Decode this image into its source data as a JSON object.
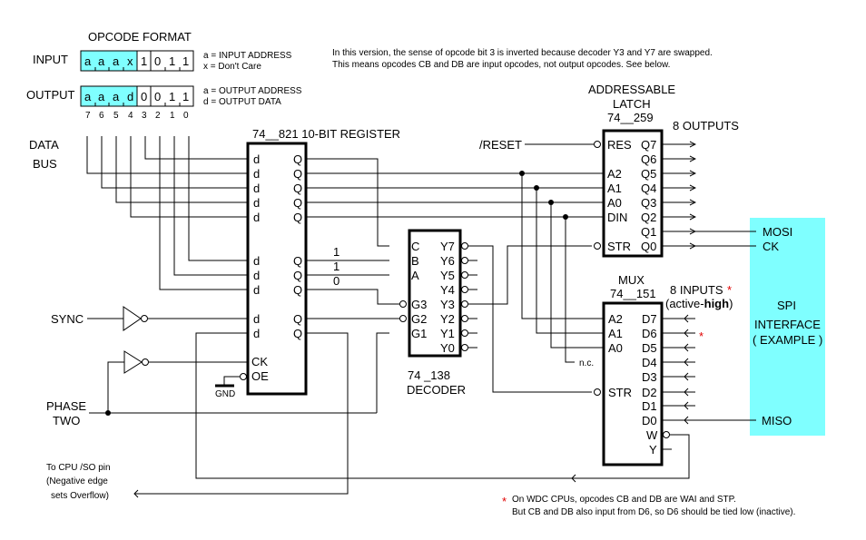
{
  "opcode_format": {
    "title": "OPCODE FORMAT",
    "input_label": "INPUT",
    "input_bits": [
      "a",
      "a",
      "a",
      "x",
      "1",
      "0",
      "1",
      "1"
    ],
    "input_legend": [
      "a = INPUT ADDRESS",
      "x = Don't Care"
    ],
    "output_label": "OUTPUT",
    "output_bits": [
      "a",
      "a",
      "a",
      "d",
      "0",
      "0",
      "1",
      "1"
    ],
    "output_legend": [
      "a = OUTPUT ADDRESS",
      "d = OUTPUT DATA"
    ],
    "bit_numbers": [
      "7",
      "6",
      "5",
      "4",
      "3",
      "2",
      "1",
      "0"
    ],
    "highlight_color": "#7fffff"
  },
  "note_top": [
    "In this version, the sense of opcode bit 3 is inverted because decoder Y3 and Y7 are swapped.",
    "This means opcodes CB and DB are input opcodes, not output opcodes. See below."
  ],
  "inputs": {
    "data_bus": [
      "DATA",
      "BUS"
    ],
    "sync": "SYNC",
    "phase_two": [
      "PHASE",
      "TWO"
    ],
    "gnd": "GND",
    "reset": "/RESET"
  },
  "register": {
    "title": "74__821 10-BIT REGISTER",
    "d_pin": "d",
    "q_pin": "Q",
    "ck": "CK",
    "oe": "OE"
  },
  "decoder": {
    "name": [
      "74 _138",
      "DECODER"
    ],
    "inputs": [
      "C",
      "B",
      "A",
      "G3",
      "G2",
      "G1"
    ],
    "outputs": [
      "Y7",
      "Y6",
      "Y5",
      "Y4",
      "Y3",
      "Y2",
      "Y1",
      "Y0"
    ],
    "wire_values": [
      "1",
      "1",
      "0"
    ]
  },
  "latch": {
    "name": [
      "ADDRESSABLE",
      "LATCH",
      "74__259"
    ],
    "inputs": [
      "RES",
      "A2",
      "A1",
      "A0",
      "DIN",
      "STR"
    ],
    "outputs": [
      "Q7",
      "Q6",
      "Q5",
      "Q4",
      "Q3",
      "Q2",
      "Q1",
      "Q0"
    ],
    "outputs_label": "8 OUTPUTS"
  },
  "mux": {
    "name": [
      "MUX",
      "74__151"
    ],
    "inputs": [
      "A2",
      "A1",
      "A0",
      "STR"
    ],
    "data": [
      "D7",
      "D6",
      "D5",
      "D4",
      "D3",
      "D2",
      "D1",
      "D0"
    ],
    "outputs": [
      "W",
      "Y"
    ],
    "inputs_label": "8 INPUTS",
    "active_prefix": "(active-",
    "active_bold": "high",
    "active_suffix": ")",
    "nc": "n.c.",
    "asterisk": "*"
  },
  "spi": {
    "title": [
      "SPI",
      "INTERFACE",
      "( EXAMPLE )"
    ],
    "pins": [
      "MOSI",
      "CK",
      "MISO"
    ],
    "color": "#7fffff"
  },
  "so_note": [
    "To CPU /SO pin",
    "(Negative edge",
    "sets Overflow)"
  ],
  "footnote": {
    "asterisk": "*",
    "lines": [
      "On WDC CPUs, opcodes CB and DB are WAI and STP.",
      "But CB and DB also input from D6, so D6 should be tied low (inactive)."
    ]
  }
}
